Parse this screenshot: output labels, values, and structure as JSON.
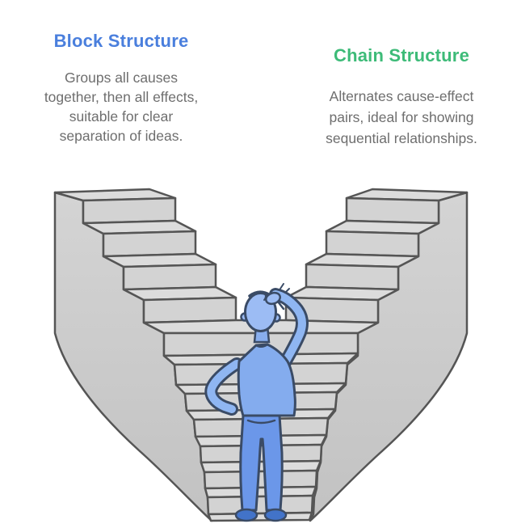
{
  "columns": {
    "left": {
      "title": "Block Structure",
      "title_color": "#4a7fdd",
      "lines": [
        "Groups all causes",
        "together, then all effects,",
        "suitable for clear",
        "separation of ideas."
      ]
    },
    "right": {
      "title": "Chain Structure",
      "title_color": "#3dbb78",
      "lines": [
        "Alternates cause-effect",
        "pairs, ideal for showing",
        "sequential relationships."
      ]
    }
  },
  "illustration": {
    "alt": "Person seen from behind scratching their head, standing at the bottom of two diverging gray staircases that form a V shape",
    "colors": {
      "stair_tread": "#dcdcdc",
      "stair_riser": "#d3d3d3",
      "stair_wall": "#c9c9c9",
      "stair_outline": "#555555",
      "person_head": "#9cbcf4",
      "person_shirt": "#84acee",
      "person_pants": "#6b97e9",
      "person_shoes": "#4273c9",
      "person_outline": "#3a4b66"
    }
  }
}
